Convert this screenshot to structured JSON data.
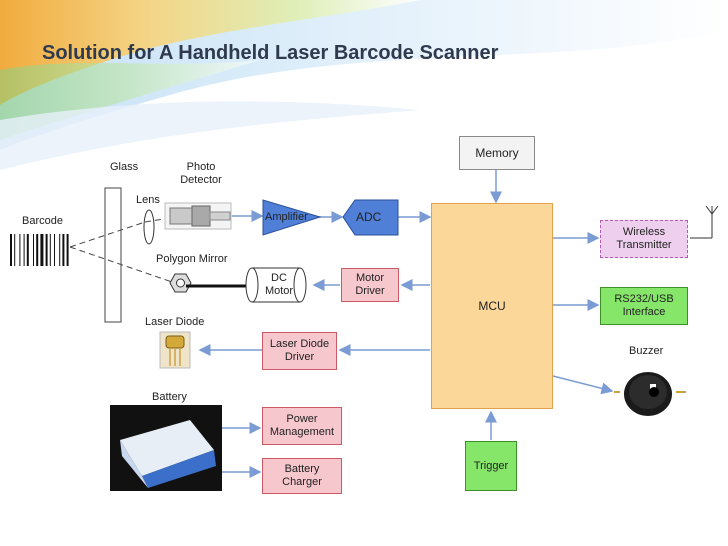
{
  "title": "Solution for A Handheld Laser Barcode Scanner",
  "labels": {
    "glass": "Glass",
    "photo_detector": "Photo\nDetector",
    "lens": "Lens",
    "barcode": "Barcode",
    "polygon_mirror": "Polygon Mirror",
    "laser_diode": "Laser Diode",
    "battery": "Battery",
    "buzzer": "Buzzer"
  },
  "blocks": {
    "memory": "Memory",
    "amplifier": "Amplifier",
    "adc": "ADC",
    "dc_motor": "DC\nMotor",
    "motor_driver": "Motor\nDriver",
    "mcu": "MCU",
    "wireless_transmitter": "Wireless\nTransmitter",
    "rs232_usb": "RS232/USB\nInterface",
    "laser_diode_driver": "Laser Diode\nDriver",
    "power_management": "Power\nManagement",
    "battery_charger": "Battery\nCharger",
    "trigger": "Trigger"
  },
  "colors": {
    "title": "#2f3a4f",
    "memory": "#f3f3f3",
    "mcu": "#fbd79a",
    "adc_amp": "#4f7fd6",
    "driver": "#f6c7cc",
    "interface": "#86e66a",
    "wireless": "#eed0ee",
    "arrow": "#7a9bd4"
  }
}
